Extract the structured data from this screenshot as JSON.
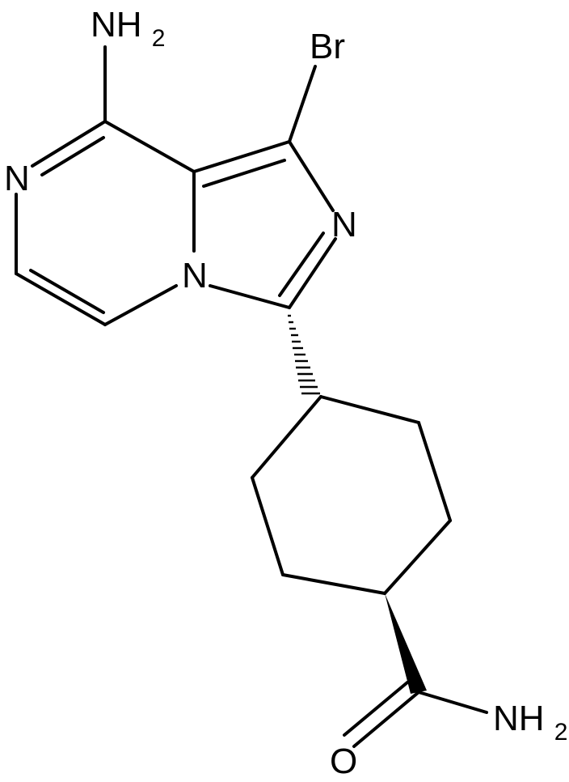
{
  "molecule": {
    "atoms": {
      "amine_top": "NH2",
      "bromine": "Br",
      "pyrazine_n": "N",
      "bridge_n": "N",
      "imidazole_n": "N",
      "amide_n": "NH2",
      "carbonyl_o": "O"
    }
  },
  "colors": {
    "bond": "#000000",
    "label": "#000000",
    "background": "#ffffff"
  }
}
